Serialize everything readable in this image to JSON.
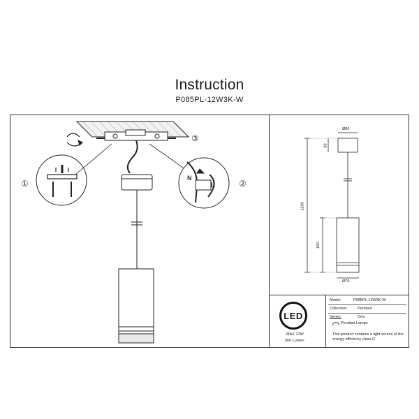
{
  "header": {
    "title": "Instruction",
    "model_code": "P085PL-12W3K-W"
  },
  "steps": {
    "step1": "①",
    "step2": "②",
    "step3": "③"
  },
  "wiring": {
    "neutral": "N",
    "live": "L"
  },
  "dimensions": {
    "canopy_width": "Ø80",
    "canopy_height": "60",
    "total_height": "1200",
    "shade_height": "160",
    "shade_width": "Ø70"
  },
  "badge": {
    "led": "LED",
    "max_power": "MAX 12W",
    "lumen": "560 Lumen"
  },
  "spec": {
    "model_label": "Model:",
    "model_value": "P085PL-12W3K-W",
    "collection_label": "Collection:",
    "collection_value": "Pendant",
    "series_label": "Series:",
    "series_value": "Orlo",
    "type_value": "Pendant Lamps",
    "energy_note": "This product contains a light source of the energy efficiency class G"
  }
}
